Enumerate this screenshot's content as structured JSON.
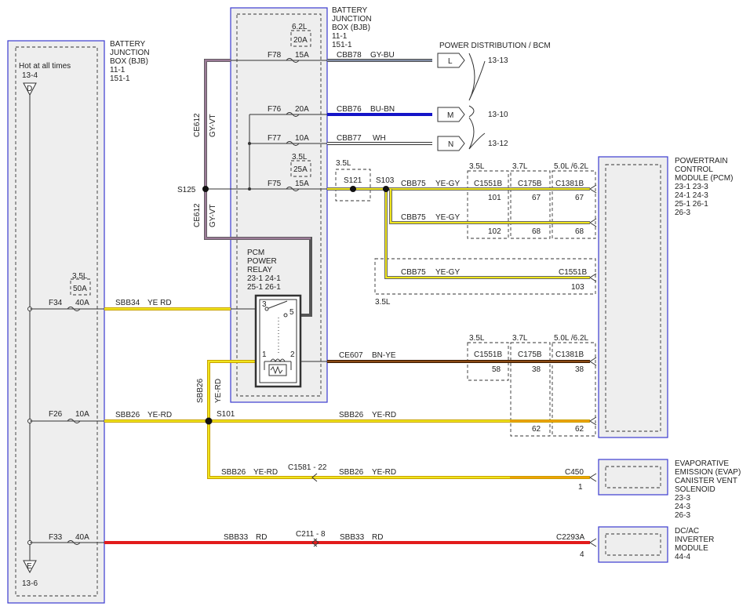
{
  "bjb_left": {
    "title1": "BATTERY",
    "title2": "JUNCTION",
    "title3": "BOX (BJB)",
    "ref1": "11-1",
    "ref2": "151-1",
    "hot": "Hot at all times",
    "top_ref": "13-4",
    "top_letter": "D",
    "bottom_letter": "E",
    "bottom_ref": "13-6"
  },
  "bjb_right": {
    "title1": "BATTERY",
    "title2": "JUNCTION",
    "title3": "BOX (BJB)",
    "ref1": "11-1",
    "ref2": "151-1"
  },
  "power_dist": {
    "title": "POWER DISTRIBUTION / BCM",
    "ref_l": "13-13",
    "ref_m": "13-10",
    "ref_n": "13-12"
  },
  "pcm": {
    "t1": "POWERTRAIN",
    "t2": "CONTROL",
    "t3": "MODULE (PCM)",
    "refs": [
      "23-1  23-3",
      "24-1  24-3",
      "25-1  26-1",
      "26-3"
    ]
  },
  "evap": {
    "t1": "EVAPORATIVE",
    "t2": "EMISSION (EVAP)",
    "t3": "CANISTER VENT",
    "t4": "SOLENOID",
    "refs": [
      "23-3",
      "24-3",
      "26-3"
    ]
  },
  "dcac": {
    "t1": "DC/AC",
    "t2": "INVERTER",
    "t3": "MODULE",
    "ref": "44-4"
  },
  "relay": {
    "t1": "PCM",
    "t2": "POWER",
    "t3": "RELAY",
    "refs1": "23-1  24-1",
    "refs2": "25-1  26-1",
    "p1": "1",
    "p2": "2",
    "p3": "3",
    "p5": "5"
  },
  "fuses": {
    "f78": "F78",
    "f78a": "15A",
    "f78_alt_eng": "6.2L",
    "f78_alt_amp": "20A",
    "f76": "F76",
    "f76a": "20A",
    "f77": "F77",
    "f77a": "10A",
    "f75": "F75",
    "f75a": "15A",
    "f75_alt_eng": "3.5L",
    "f75_alt_amp": "25A",
    "f34": "F34",
    "f34a": "40A",
    "f34_alt_eng": "3.5L",
    "f34_alt_amp": "50A",
    "f26": "F26",
    "f26a": "10A",
    "f33": "F33",
    "f33a": "40A"
  },
  "circuits": {
    "cbb78": "CBB78",
    "cbb78c": "GY-BU",
    "cbb76": "CBB76",
    "cbb76c": "BU-BN",
    "cbb77": "CBB77",
    "cbb77c": "WH",
    "cbb75": "CBB75",
    "cbb75c": "YE-GY",
    "ce612": "CE612",
    "ce612c": "GY-VT",
    "sbb34": "SBB34",
    "sbb34c": "YE RD",
    "ce607": "CE607",
    "ce607c": "BN-YE",
    "sbb26": "SBB26",
    "sbb26c": "YE-RD",
    "sbb26cv": "YE-RD",
    "sbb33": "SBB33",
    "sbb33c": "RD"
  },
  "conn_letters": {
    "l": "L",
    "m": "M",
    "n": "N"
  },
  "splices": {
    "s125": "S125",
    "s121": "S121",
    "s103": "S103",
    "s101": "S101",
    "s121_eng": "3.5L"
  },
  "engines": {
    "e35": "3.5L",
    "e37": "3.7L",
    "e50": "5.0L /6.2L"
  },
  "conn": {
    "c1551b": "C1551B",
    "c175b": "C175B",
    "c1381b": "C1381B",
    "row1": [
      "101",
      "67",
      "67"
    ],
    "row2": [
      "102",
      "68",
      "68"
    ],
    "c1551b_3": "C1551B",
    "pin3": "103",
    "eng3": "3.5L",
    "row4": [
      "58",
      "38",
      "38"
    ],
    "row5": [
      "62",
      "62"
    ],
    "c450": "C450",
    "c450pin": "1",
    "c1581": "C1581 - 22",
    "c2293a": "C2293A",
    "c2293apin": "4",
    "c211": "C211 - 8"
  },
  "colors": {
    "box_border": "#3b3bd0",
    "gray_bu": "#7f8aa2",
    "blue": "#1414c8",
    "gy_vt": "#9a7a96",
    "yellow": "#f0e61e",
    "brown": "#8a4a14",
    "red": "#e21b1b",
    "orange": "#f08a00"
  }
}
